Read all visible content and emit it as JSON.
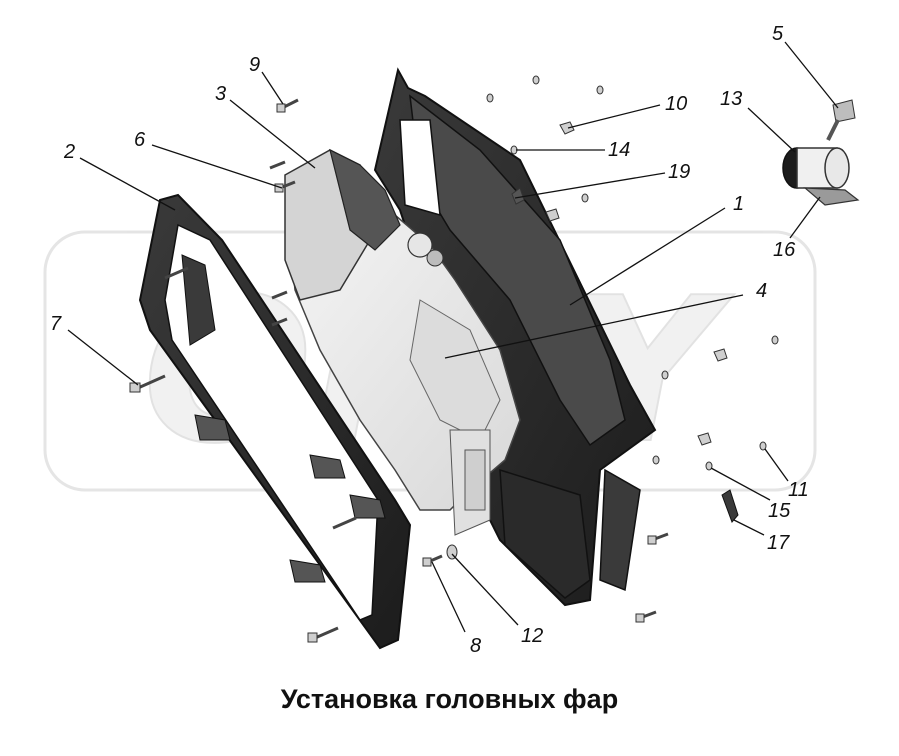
{
  "title": "Установка головных фар",
  "callouts": {
    "n1": "1",
    "n2": "2",
    "n3": "3",
    "n4": "4",
    "n5": "5",
    "n6": "6",
    "n7": "7",
    "n8": "8",
    "n9": "9",
    "n10": "10",
    "n11": "11",
    "n12": "12",
    "n13": "13",
    "n14": "14",
    "n15": "15",
    "n16": "16",
    "n17": "17",
    "n19": "19"
  },
  "watermark": "OPAY",
  "colors": {
    "part_dark": "#2b2b2b",
    "part_mid": "#6a6a6a",
    "lamp_body": "#e9e9e9",
    "outline": "#111111",
    "watermark": "#d9d9d9"
  }
}
